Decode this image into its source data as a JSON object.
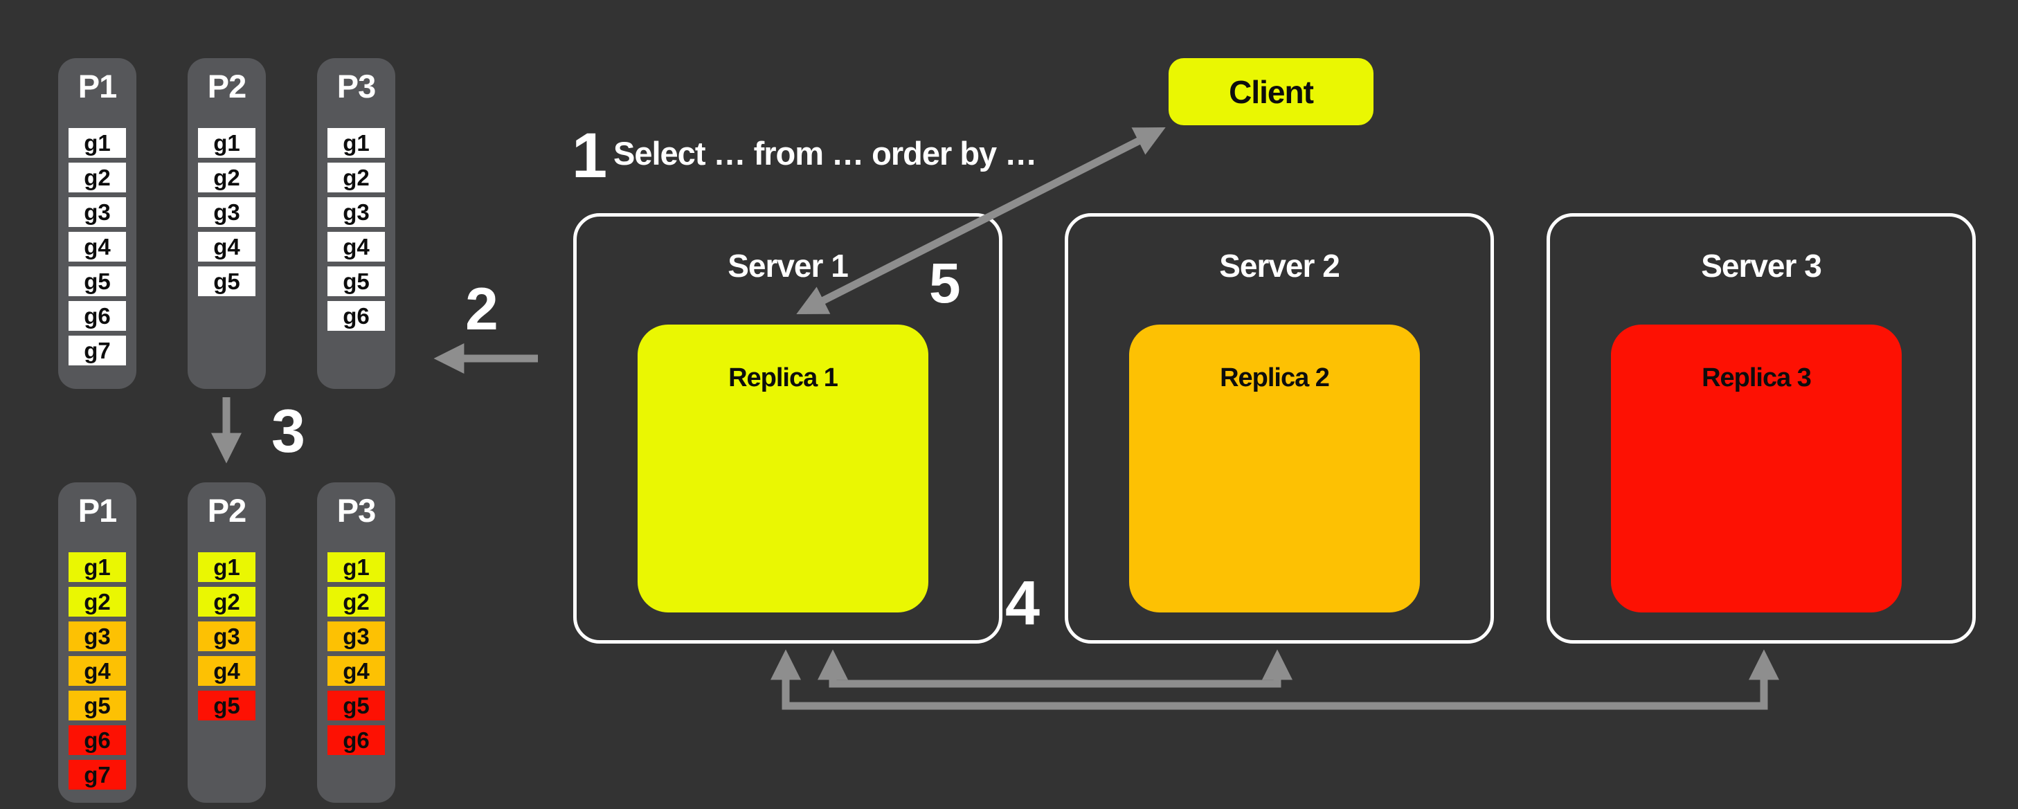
{
  "colors": {
    "background": "#333333",
    "panel": "#56575a",
    "arrow": "#8e8e8e",
    "white": "#ffffff",
    "yellow": "#eaf702",
    "orange": "#fdc103",
    "red": "#fd1103",
    "ink": "#0d0d0d"
  },
  "client": {
    "label": "Client"
  },
  "steps": {
    "n1": "1",
    "query": "Select … from … order by …",
    "n2": "2",
    "n3": "3",
    "n4": "4",
    "n5": "5"
  },
  "servers": [
    {
      "label": "Server 1",
      "replica": {
        "label": "Replica 1",
        "color": "yellow"
      }
    },
    {
      "label": "Server 2",
      "replica": {
        "label": "Replica 2",
        "color": "orange"
      }
    },
    {
      "label": "Server 3",
      "replica": {
        "label": "Replica 3",
        "color": "red"
      }
    }
  ],
  "partitions": {
    "unsorted": [
      {
        "label": "P1",
        "items": [
          {
            "label": "g1",
            "color": "white"
          },
          {
            "label": "g2",
            "color": "white"
          },
          {
            "label": "g3",
            "color": "white"
          },
          {
            "label": "g4",
            "color": "white"
          },
          {
            "label": "g5",
            "color": "white"
          },
          {
            "label": "g6",
            "color": "white"
          },
          {
            "label": "g7",
            "color": "white"
          }
        ]
      },
      {
        "label": "P2",
        "items": [
          {
            "label": "g1",
            "color": "white"
          },
          {
            "label": "g2",
            "color": "white"
          },
          {
            "label": "g3",
            "color": "white"
          },
          {
            "label": "g4",
            "color": "white"
          },
          {
            "label": "g5",
            "color": "white"
          }
        ]
      },
      {
        "label": "P3",
        "items": [
          {
            "label": "g1",
            "color": "white"
          },
          {
            "label": "g2",
            "color": "white"
          },
          {
            "label": "g3",
            "color": "white"
          },
          {
            "label": "g4",
            "color": "white"
          },
          {
            "label": "g5",
            "color": "white"
          },
          {
            "label": "g6",
            "color": "white"
          }
        ]
      }
    ],
    "sorted": [
      {
        "label": "P1",
        "items": [
          {
            "label": "g1",
            "color": "yellow"
          },
          {
            "label": "g2",
            "color": "yellow"
          },
          {
            "label": "g3",
            "color": "orange"
          },
          {
            "label": "g4",
            "color": "orange"
          },
          {
            "label": "g5",
            "color": "orange"
          },
          {
            "label": "g6",
            "color": "red"
          },
          {
            "label": "g7",
            "color": "red"
          }
        ]
      },
      {
        "label": "P2",
        "items": [
          {
            "label": "g1",
            "color": "yellow"
          },
          {
            "label": "g2",
            "color": "yellow"
          },
          {
            "label": "g3",
            "color": "orange"
          },
          {
            "label": "g4",
            "color": "orange"
          },
          {
            "label": "g5",
            "color": "red"
          }
        ]
      },
      {
        "label": "P3",
        "items": [
          {
            "label": "g1",
            "color": "yellow"
          },
          {
            "label": "g2",
            "color": "yellow"
          },
          {
            "label": "g3",
            "color": "orange"
          },
          {
            "label": "g4",
            "color": "orange"
          },
          {
            "label": "g5",
            "color": "red"
          },
          {
            "label": "g6",
            "color": "red"
          }
        ]
      }
    ]
  }
}
